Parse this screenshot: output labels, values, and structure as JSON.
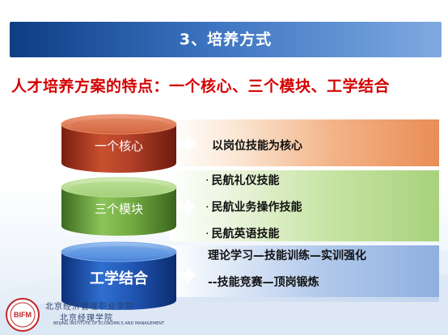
{
  "title": "3、培养方式",
  "headline": "人才培养方案的特点：一个核心、三个模块、工学结合",
  "sections": [
    {
      "label": "一个核心",
      "lines": [
        "以岗位技能为核心"
      ]
    },
    {
      "label": "三个模块",
      "bullet": "·",
      "lines": [
        "民航礼仪技能",
        "民航业务操作技能",
        "民航英语技能"
      ]
    },
    {
      "label": "工学结合",
      "lines": [
        "理论学习—技能训练—实训强化",
        "--技能竞赛—顶岗锻炼"
      ]
    }
  ],
  "logo": {
    "badge_text": "BIFM",
    "name_cn_line1": "北京经济管理职业学院",
    "name_cn_line2": "北京经理学院",
    "name_en": "BEIJING INSTITUTE OF ECONOMICS AND MANAGEMENT"
  },
  "colors": {
    "title_bar": "#1f5aa6",
    "headline": "#d40000",
    "core_cylinder": "#c44a2c",
    "module_cylinder": "#7cb34a",
    "worklearn_cylinder": "#1f5fbf",
    "arrow": "#ffffff"
  }
}
